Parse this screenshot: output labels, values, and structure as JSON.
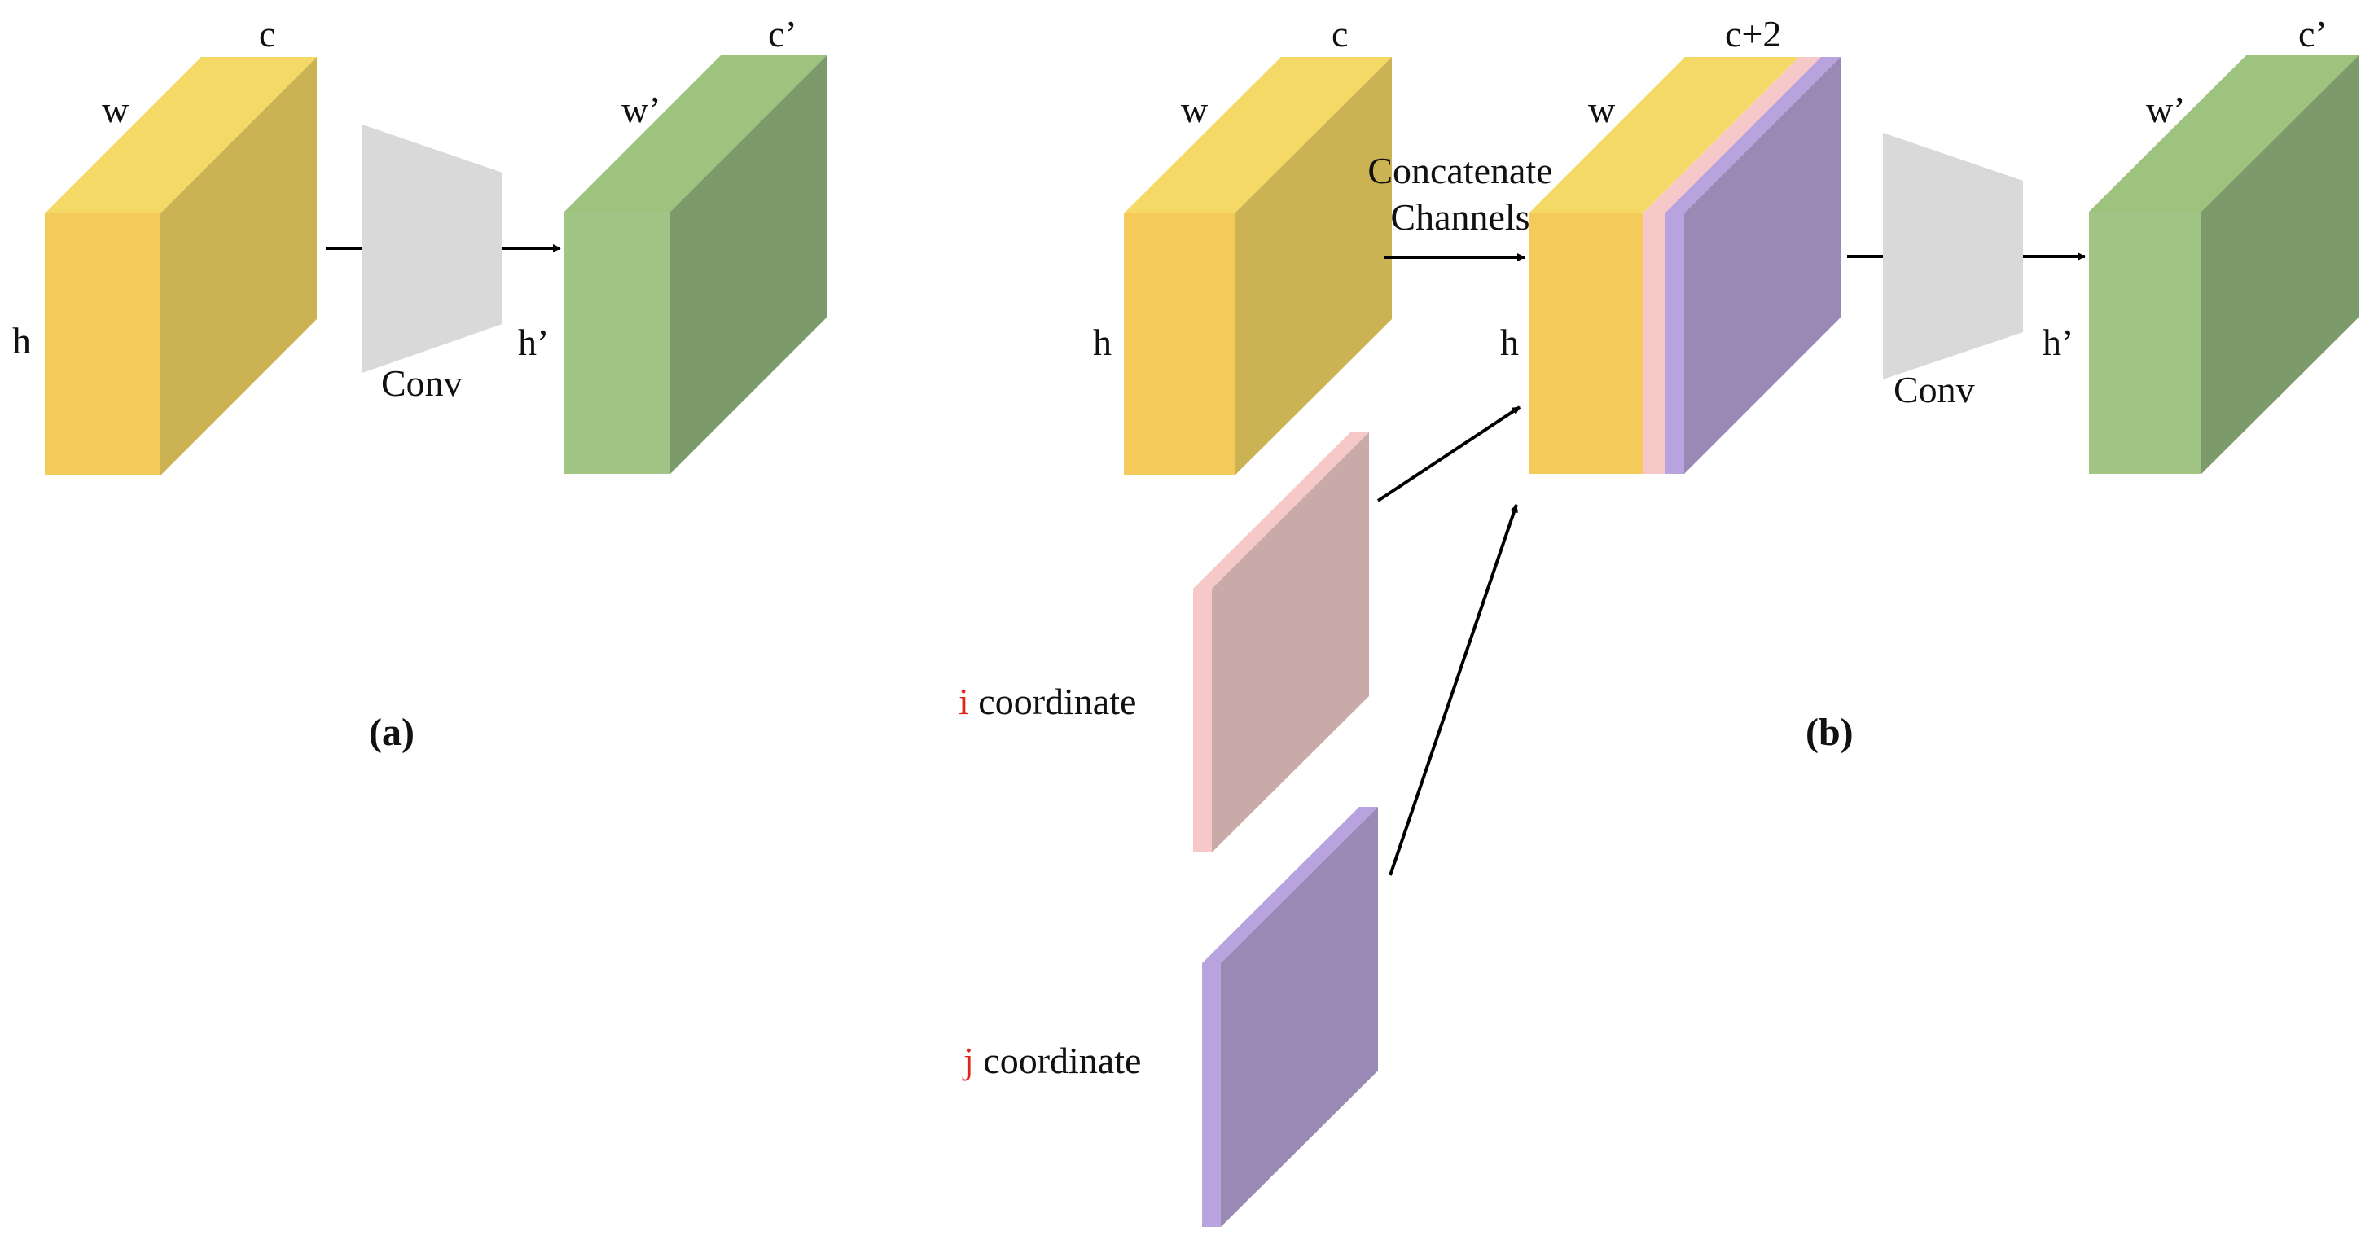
{
  "colors": {
    "yellow_front": "#f4ca5a",
    "yellow_top": "#f5d966",
    "yellow_side": "#cbb253",
    "green_front": "#a0c585",
    "green_top": "#9ec37f",
    "green_side": "#7c9a6a",
    "pink_front": "#c9aaa9",
    "pink_edge": "#f6c8c8",
    "purple_front": "#9a88b5",
    "purple_edge": "#b9a3df",
    "conv": "#d9d9d9",
    "coord_letter": "#e2231a"
  },
  "panel_a": {
    "input": {
      "w": "w",
      "h": "h",
      "c": "c"
    },
    "conv_label": "Conv",
    "output": {
      "w": "w’",
      "h": "h’",
      "c": "c’"
    },
    "caption": "(a)"
  },
  "panel_b": {
    "input": {
      "w": "w",
      "h": "h",
      "c": "c"
    },
    "concat_line1": "Concatenate",
    "concat_line2": "Channels",
    "concat": {
      "w": "w",
      "h": "h",
      "c": "c+2"
    },
    "i_letter": "i",
    "i_rest": " coordinate",
    "j_letter": "j",
    "j_rest": " coordinate",
    "conv_label": "Conv",
    "output": {
      "w": "w’",
      "h": "h’",
      "c": "c’"
    },
    "caption": "(b)"
  }
}
